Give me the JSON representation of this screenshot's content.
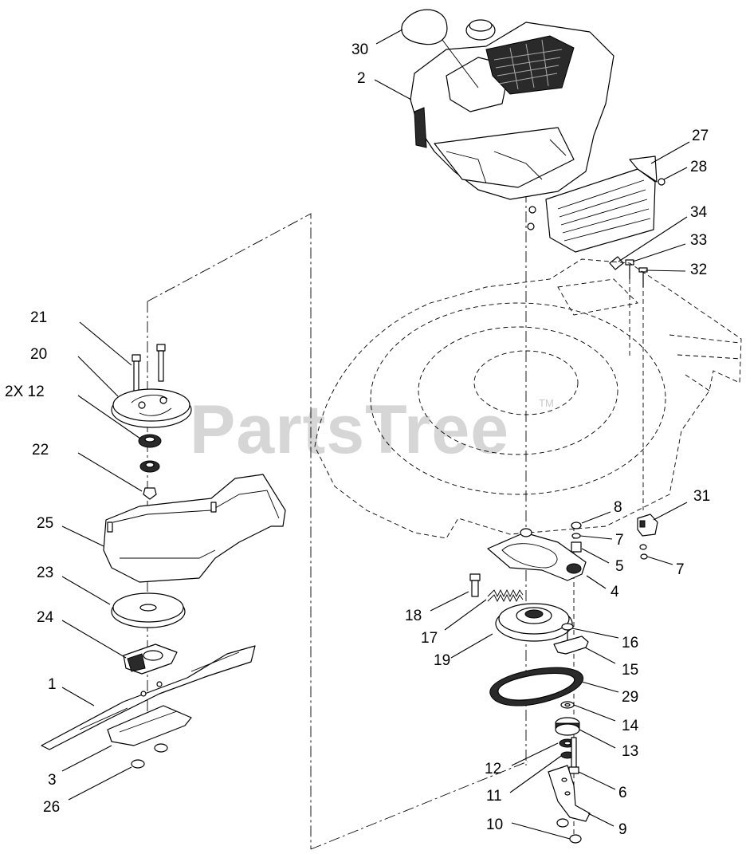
{
  "watermark": {
    "text": "PartsTree",
    "trademark": "TM"
  },
  "callouts": {
    "c30": "30",
    "c2": "2",
    "c27": "27",
    "c28": "28",
    "c34": "34",
    "c33": "33",
    "c32": "32",
    "c21": "21",
    "c20": "20",
    "c12_2x": "2X 12",
    "c22": "22",
    "c25": "25",
    "c23": "23",
    "c24": "24",
    "c1": "1",
    "c3": "3",
    "c26": "26",
    "c8": "8",
    "c7a": "7",
    "c31": "31",
    "c7b": "7",
    "c5": "5",
    "c4": "4",
    "c18": "18",
    "c17": "17",
    "c16": "16",
    "c19": "19",
    "c15": "15",
    "c29": "29",
    "c14": "14",
    "c13": "13",
    "c12": "12",
    "c6": "6",
    "c11": "11",
    "c10": "10",
    "c9": "9"
  }
}
